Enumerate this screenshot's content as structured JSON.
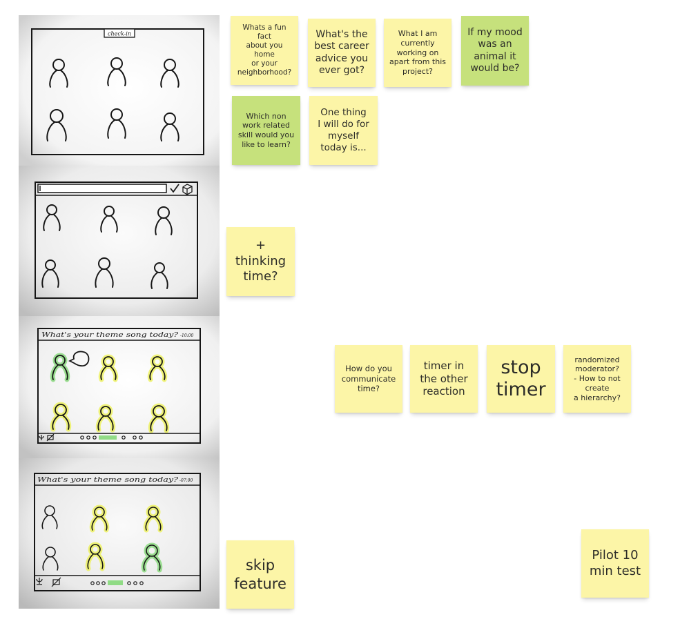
{
  "sketches": [
    {
      "header_tab": "check-in"
    },
    {
      "prompt_bar": ""
    },
    {
      "header_text": "What's   your   theme   song   today?",
      "timer": "-10:00"
    },
    {
      "header_text": "What's   your   theme   song   today?",
      "timer": "-07:00"
    }
  ],
  "notes": {
    "fun_fact": "Whats a fun fact\nabout you home\nor your\nneighborhood?",
    "career_advice": "What's the\nbest career\nadvice you\never got?",
    "currently_working": "What I am\ncurrently\nworking on\napart from this\nproject?",
    "mood_animal": "If my mood\nwas an\nanimal it\nwould be?",
    "non_work_skill": "Which non\nwork related\nskill would you\nlike to learn?",
    "one_thing": "One thing\nI will do for\nmyself\ntoday is...",
    "thinking_time": "+\nthinking\ntime?",
    "communicate_time": "How do you\ncommunicate\ntime?",
    "timer_reaction": "timer in\nthe other\nreaction",
    "stop_timer": "stop\ntimer",
    "randomized_moderator": "randomized\nmoderator?\n- How to not\ncreate\na hierarchy?",
    "skip_feature": "skip\nfeature",
    "pilot_test": "Pilot 10\nmin test"
  },
  "colors": {
    "sticky_yellow": "#fcf5a7",
    "sticky_green": "#c6e17c",
    "highlight_yellow": "#eef25a",
    "highlight_green": "#86d97a",
    "ink": "#161616"
  }
}
